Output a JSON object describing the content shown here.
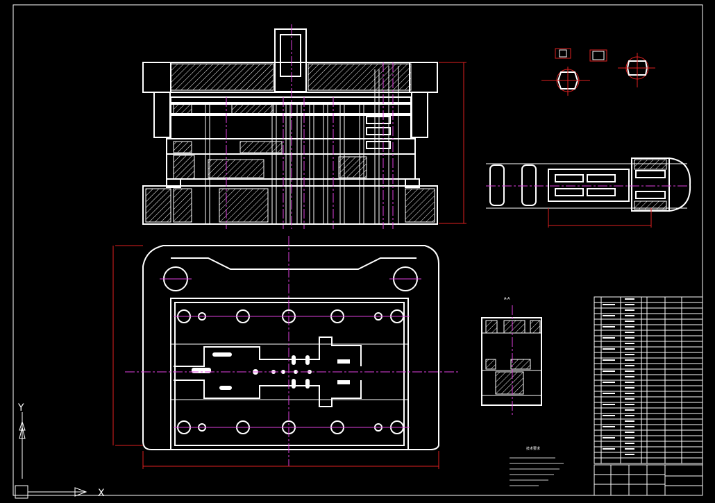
{
  "drawing": {
    "background": "#000000",
    "line_color": "#ffffff",
    "center_line_color": "#e040e0",
    "dimension_color": "#e02020",
    "icons": [
      "ucs-axis-icon",
      "model-space-icon"
    ]
  },
  "ucs": {
    "y_label": "Y",
    "x_label": "X"
  },
  "labels": {
    "note_title": "技术要求",
    "section_label": "A-A"
  },
  "bom": {
    "row_count": 30
  }
}
